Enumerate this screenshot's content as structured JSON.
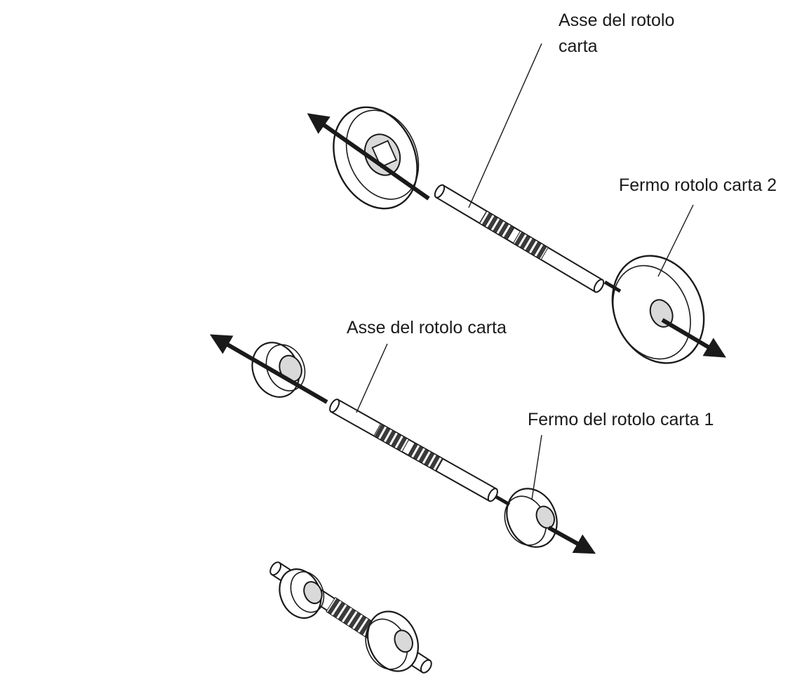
{
  "labels": {
    "top_axis_line1": "Asse del rotolo",
    "top_axis_line2": "carta",
    "top_holder": "Fermo rotolo carta 2",
    "mid_axis": "Asse del rotolo carta",
    "mid_holder": "Fermo del rotolo carta 1"
  },
  "colors": {
    "ink": "#1a1a1a",
    "part_fill": "#ffffff",
    "shade": "#d9d9d9",
    "thread": "#3a3a3a"
  }
}
